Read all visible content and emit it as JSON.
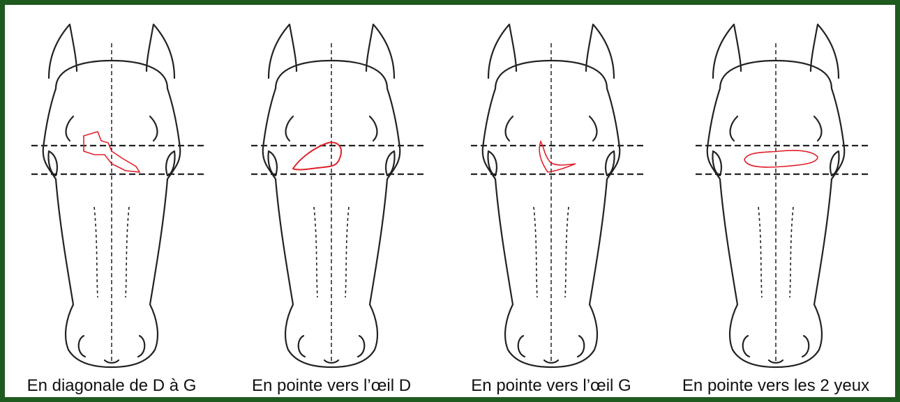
{
  "border_color": "#1f5a1f",
  "outline_color": "#222222",
  "marking_color": "#e0202a",
  "panels": [
    {
      "caption": "En diagonale de D à G",
      "marking": "diagonal"
    },
    {
      "caption": "En pointe vers l’œil D",
      "marking": "point-right-eye"
    },
    {
      "caption": "En pointe vers l’œil G",
      "marking": "point-left-eye"
    },
    {
      "caption": "En pointe vers les 2 yeux",
      "marking": "both-eyes"
    }
  ]
}
